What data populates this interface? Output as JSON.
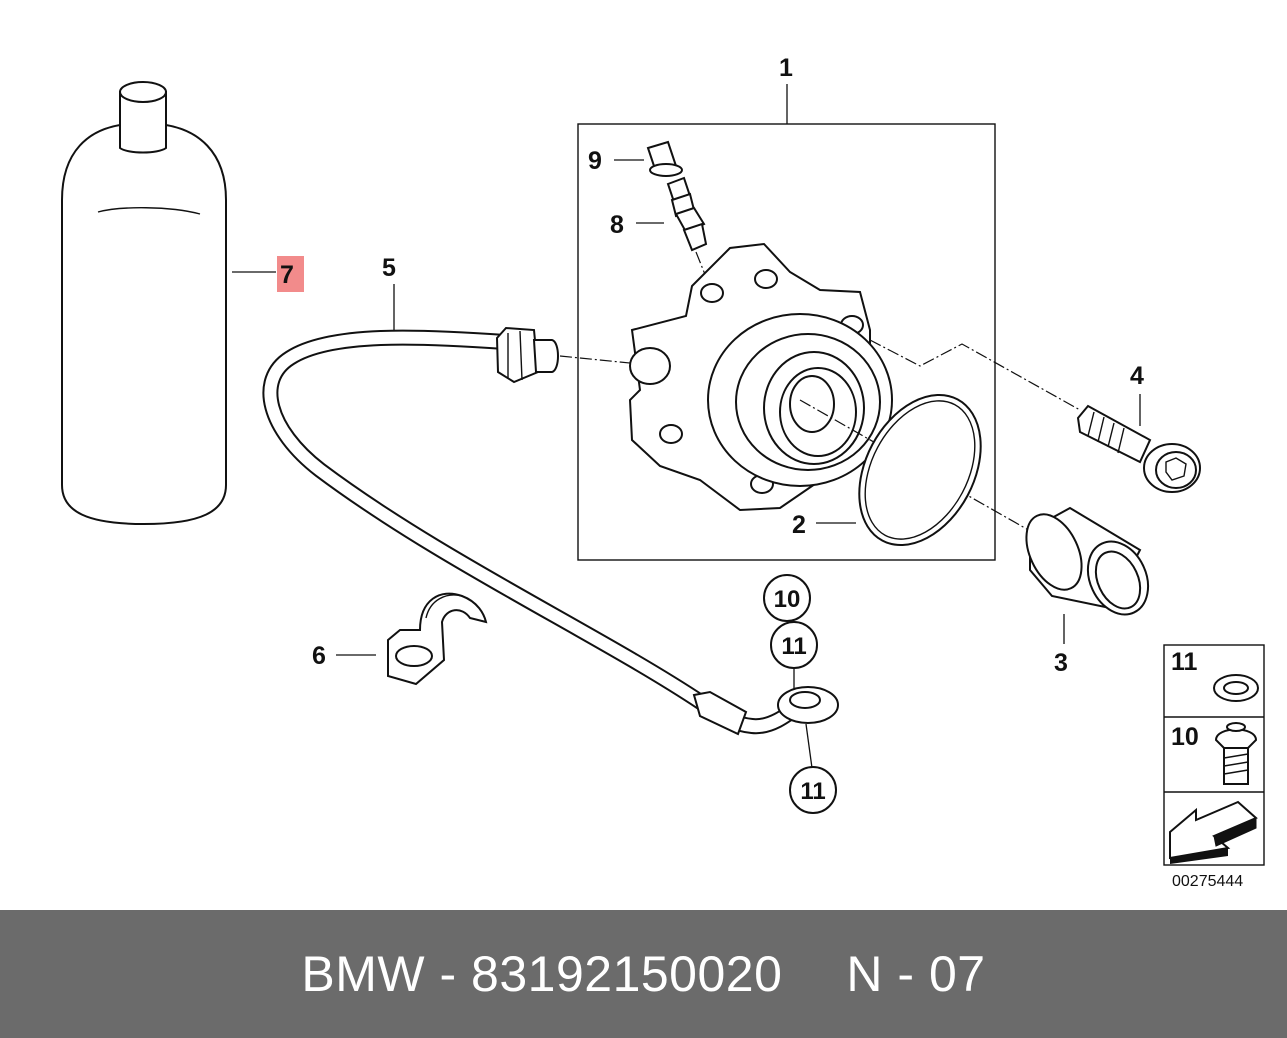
{
  "labels": {
    "p1": "1",
    "p2": "2",
    "p3": "3",
    "p4": "4",
    "p5": "5",
    "p6": "6",
    "p7": "7",
    "p8": "8",
    "p9": "9",
    "c10": "10",
    "c11_top": "11",
    "c11_bottom": "11"
  },
  "highlight_color": "#f28b8b",
  "legend": {
    "row1_num": "11",
    "row2_num": "10",
    "ref_code": "00275444"
  },
  "footer": {
    "part_text": "BMW - 83192150020",
    "position_text": "N - 07"
  }
}
